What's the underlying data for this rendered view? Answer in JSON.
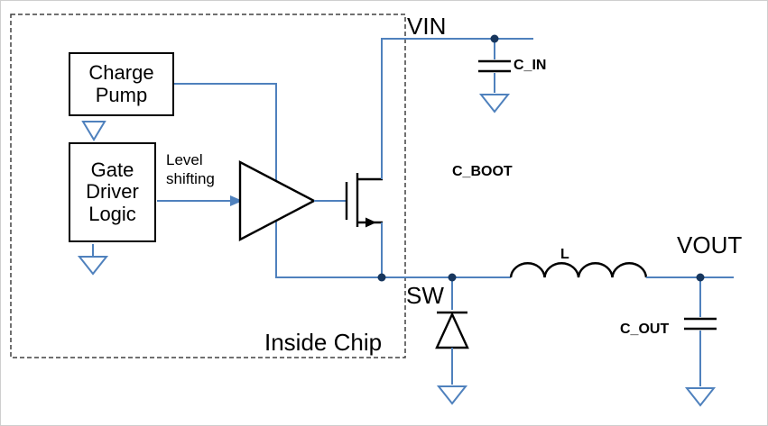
{
  "colors": {
    "wire": "#4f81bd",
    "node": "#17365d",
    "symbol": "#000000",
    "text": "#000000",
    "border_dash": "#404040",
    "background": "#ffffff"
  },
  "blocks": {
    "charge_pump": "Charge Pump",
    "gate_driver_logic": "Gate Driver Logic"
  },
  "labels": {
    "vin": "VIN",
    "c_in": "C_IN",
    "c_boot": "C_BOOT",
    "sw": "SW",
    "inside_chip": "Inside Chip",
    "inductor": "L",
    "vout": "VOUT",
    "c_out": "C_OUT",
    "level_shifting": "Level shifting"
  }
}
